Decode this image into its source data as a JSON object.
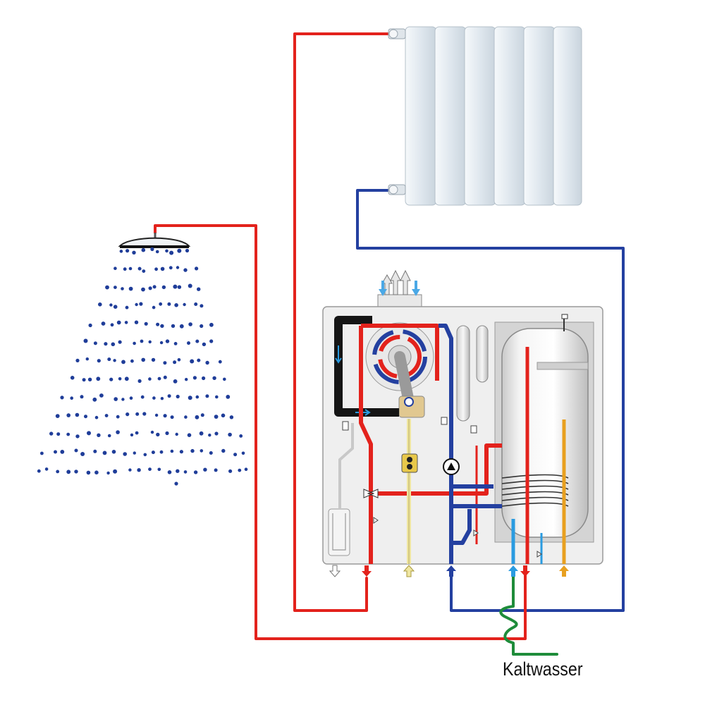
{
  "labels": {
    "cold_water": "Kaltwasser"
  },
  "colors": {
    "hot_water": "#e3221c",
    "return_water": "#2440a0",
    "cold_water": "#1e8c3a",
    "gas": "#e8a020",
    "flow_light_blue": "#2a9be0",
    "boiler_casing": "#efefef",
    "radiator": "#e8eef3"
  },
  "components": {
    "radiator_sections": 6,
    "shower_head": "shower-head",
    "boiler": "wall-boiler",
    "storage_tank": "hot-water-storage-tank"
  }
}
